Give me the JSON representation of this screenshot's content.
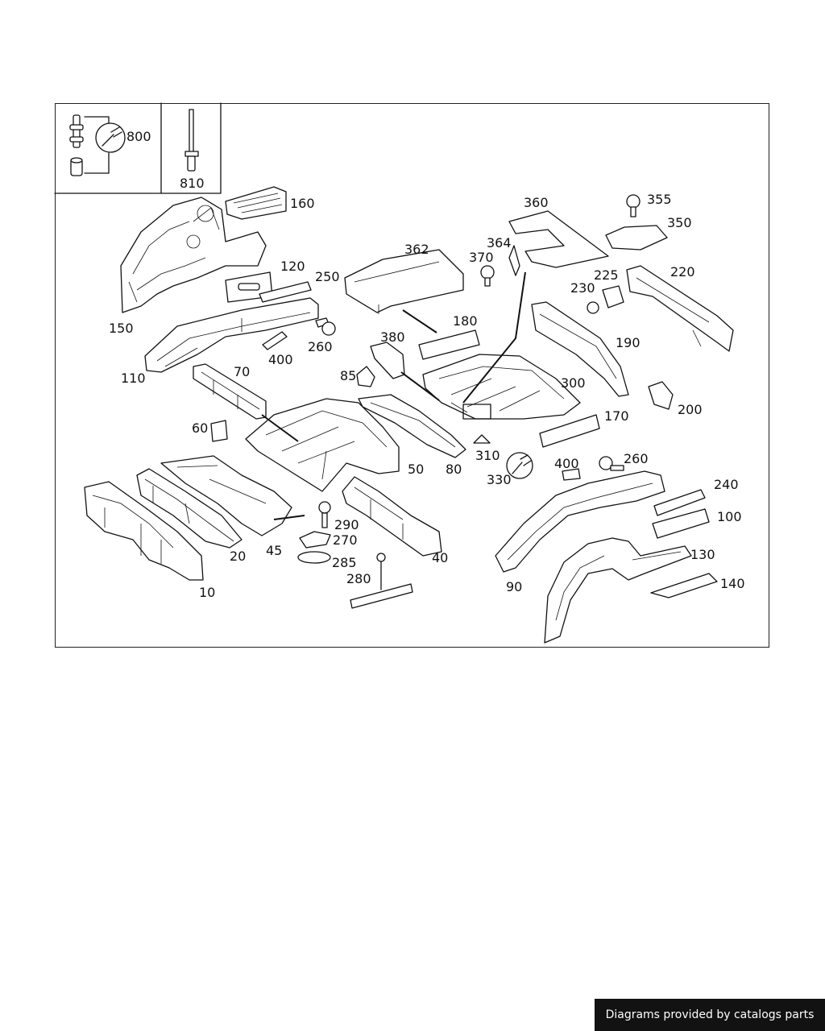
{
  "diagram": {
    "labels": {
      "p800": "800",
      "p810": "810",
      "p160": "160",
      "p150": "150",
      "p120": "120",
      "p250": "250",
      "p260a": "260",
      "p400a": "400",
      "p110": "110",
      "p70": "70",
      "p60": "60",
      "p50": "50",
      "p20": "20",
      "p45": "45",
      "p10": "10",
      "p290": "290",
      "p270": "270",
      "p285": "285",
      "p280": "280",
      "p40": "40",
      "p362": "362",
      "p180": "180",
      "p380": "380",
      "p85": "85",
      "p80": "80",
      "p310": "310",
      "p330": "330",
      "p360": "360",
      "p364": "364",
      "p370": "370",
      "p300": "300",
      "p170": "170",
      "p355": "355",
      "p350": "350",
      "p220": "220",
      "p225": "225",
      "p230": "230",
      "p190": "190",
      "p200": "200",
      "p400b": "400",
      "p260b": "260",
      "p240": "240",
      "p100": "100",
      "p130": "130",
      "p90": "90",
      "p140": "140"
    }
  },
  "footer": {
    "text": "Diagrams provided by catalogs parts"
  }
}
